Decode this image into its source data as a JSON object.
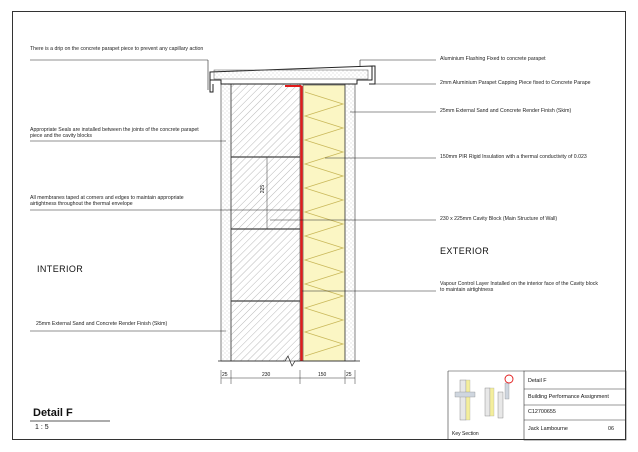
{
  "drawing": {
    "title": "Detail F",
    "scale": "1 : 5",
    "interior_label": "INTERIOR",
    "exterior_label": "EXTERIOR"
  },
  "notes_left": [
    "There is a drip on the concrete parapet piece to prevent any capillary action",
    "Appropriate Seals are installed between the joints of the concrete parapet piece and the cavity blocks",
    "All membranes taped at corners and edges to maintain appropriate airtightness throughout the thermal envelope",
    "25mm External Sand and Concrete Render Finish (Skim)"
  ],
  "notes_right": [
    "Aluminium Flashing Fixed to concrete parapet",
    "2mm Aluminium Parapet Capping Piece fixed to Concrete  Parape",
    "25mm External Sand and Concrete Render Finish (Skim)",
    "150mm PIR Rigid Insulation with a thermal conductivity of 0.023",
    "230 x 225mm Cavity Block (Main Structure of Wall)",
    "Vapour Control Layer Installed on the interior face of the Cavity block to maintain airtightness"
  ],
  "dimensions": {
    "block": "230",
    "insulation": "150",
    "render_left": "25",
    "render_right": "25",
    "vertical": "225"
  },
  "title_block": {
    "detail": "Detail F",
    "assignment": "Building Performance Assignment",
    "student_id": "C12700655",
    "author": "Jack Lambourne",
    "sheet": "06",
    "key_section": "Key Section"
  },
  "colors": {
    "vcl": "#e21b1b",
    "insulation": "#fbf6c4",
    "insulation_stroke": "#c9b85a",
    "block_hatch": "#8a8a8a",
    "render": "#e8e8e8"
  }
}
